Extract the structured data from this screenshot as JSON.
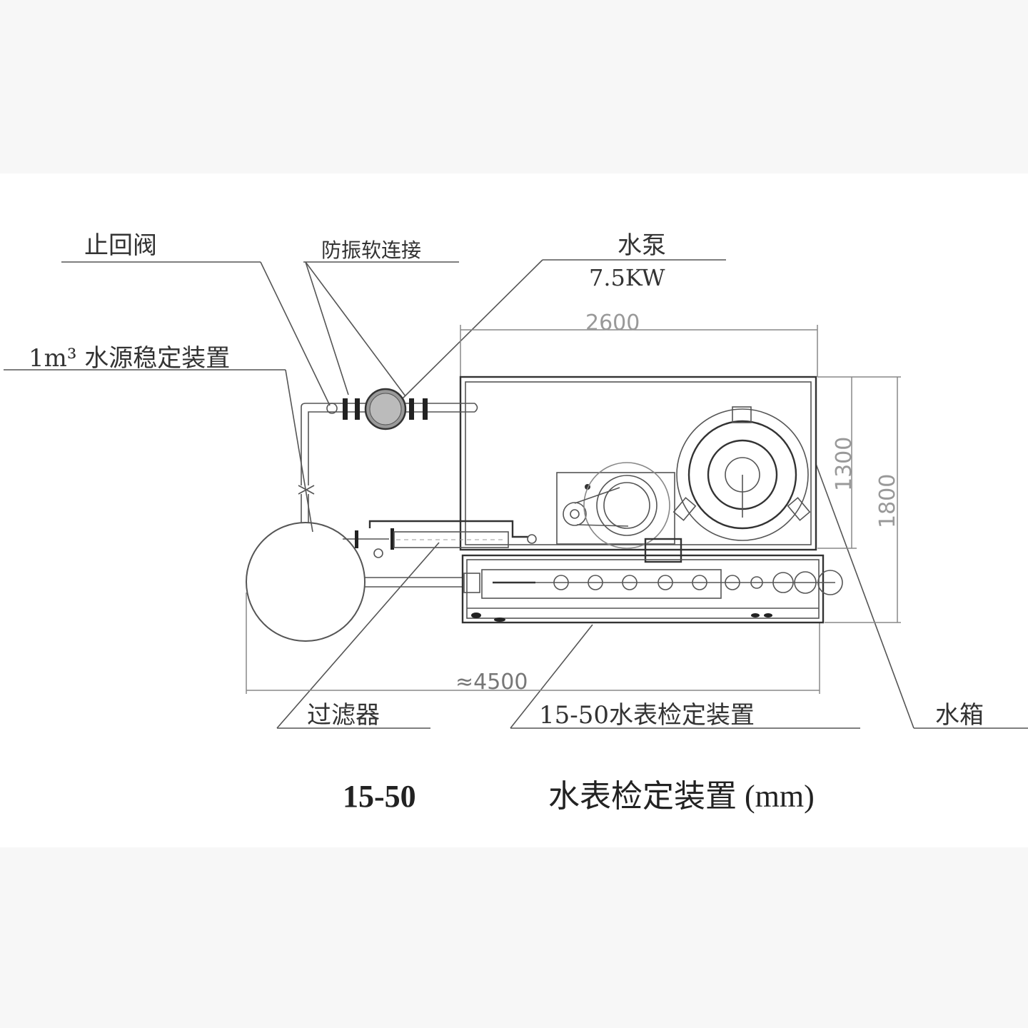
{
  "labels": {
    "check_valve": "止回阀",
    "anti_vibration": "防振软连接",
    "pump": "水泵",
    "pump_power": "7.5KW",
    "stabilizer": "1m³ 水源稳定装置",
    "filter": "过滤器",
    "meter_test_device": "15-50水表检定装置",
    "water_tank": "水箱"
  },
  "dimensions": {
    "tank_length": "2600",
    "tank_width": "1300",
    "overall_width": "1800",
    "overall_length": "≈4500"
  },
  "caption": {
    "model": "15-50",
    "title": "水表检定装置 (mm)"
  }
}
